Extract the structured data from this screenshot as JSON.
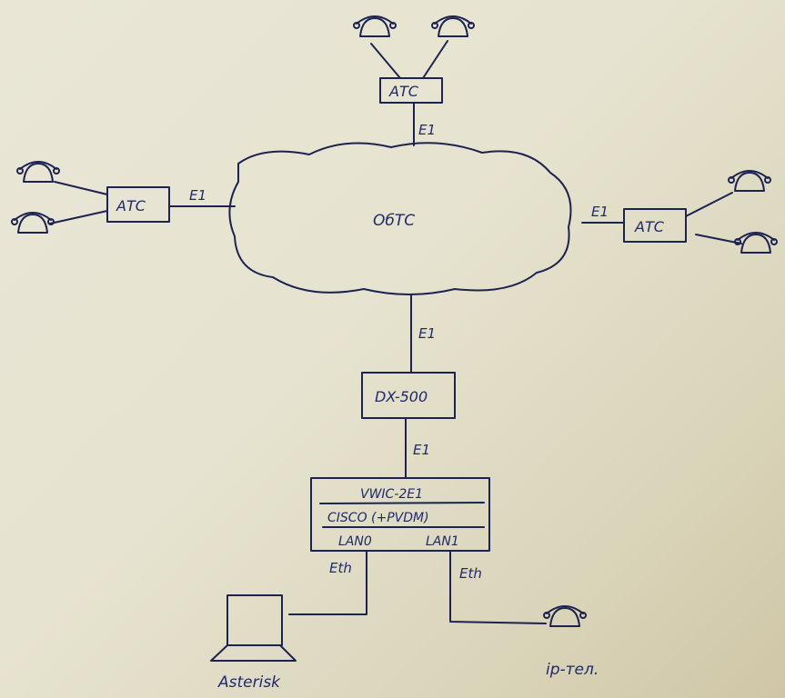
{
  "cloud": {
    "label": "ОбТС"
  },
  "exchanges": {
    "top": {
      "label": "АТС",
      "link": "E1"
    },
    "left": {
      "label": "АТС",
      "link": "E1"
    },
    "right": {
      "label": "АТС",
      "link": "E1"
    }
  },
  "dx": {
    "label": "DX-500",
    "uplink": "E1",
    "downlink": "E1"
  },
  "router": {
    "row1": "VWIC-2E1",
    "row2": "CISCO (+PVDM)",
    "lan0": "LAN0",
    "lan1": "LAN1"
  },
  "links": {
    "left_eth": "Eth",
    "right_eth": "Eth"
  },
  "endpoints": {
    "server": "Asterisk",
    "phone": "ip-тел."
  }
}
